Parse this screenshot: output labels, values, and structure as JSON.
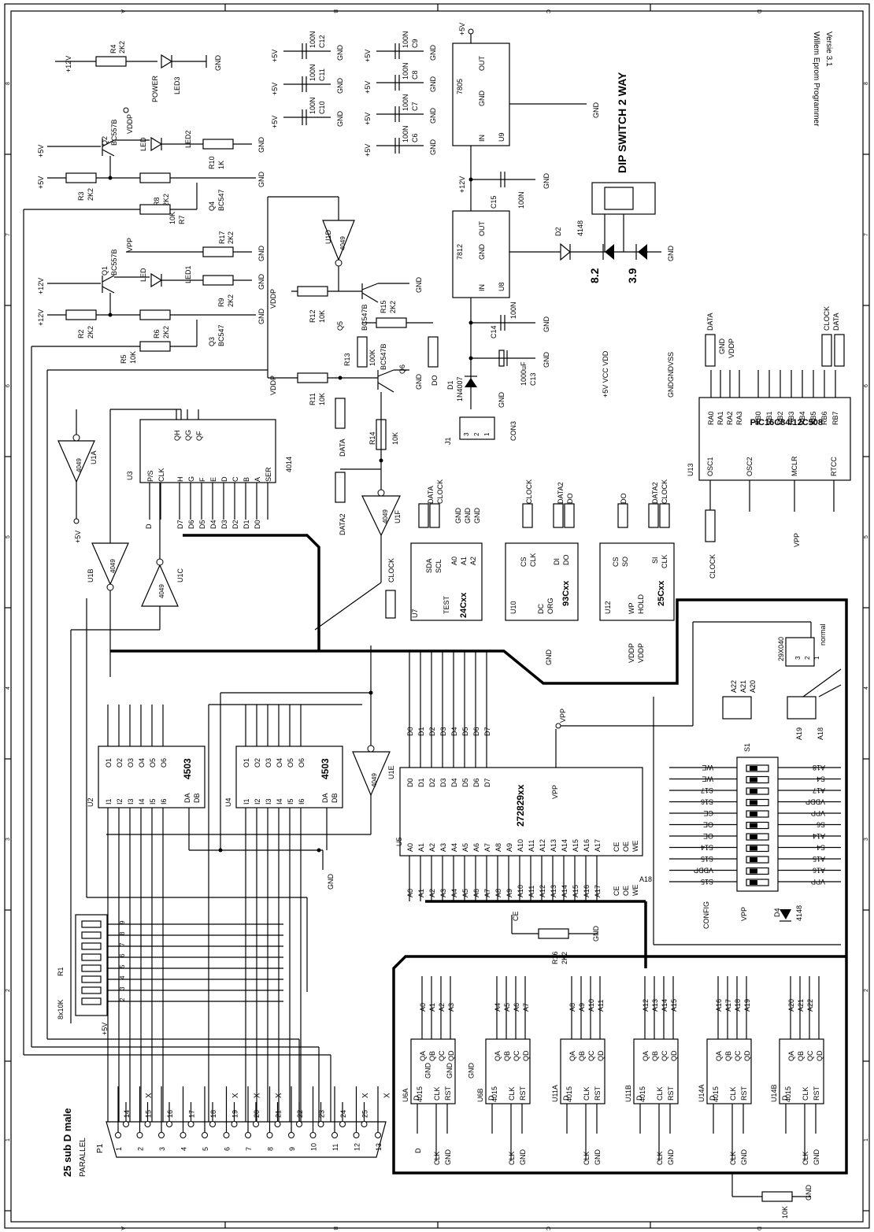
{
  "title_block": {
    "line1": "Willem Eprom Programmer",
    "line2": "Versie 3.1"
  },
  "frame": {
    "col_letters": [
      "A",
      "B",
      "C",
      "D"
    ],
    "row_numbers": [
      "8",
      "7",
      "6",
      "5",
      "4",
      "3",
      "2",
      "1"
    ]
  },
  "connector": {
    "ref": "P1",
    "title": "25 sub D male",
    "subtitle": "PARALLEL",
    "top_pins": [
      "14",
      "15",
      "16",
      "17",
      "18",
      "19",
      "20",
      "21",
      "22",
      "23",
      "24",
      "25"
    ],
    "bottom_pins": [
      "1",
      "2",
      "3",
      "4",
      "5",
      "6",
      "7",
      "8",
      "9",
      "10",
      "11",
      "12",
      "13"
    ],
    "gnd_label": "GND",
    "nc": "X"
  },
  "power": {
    "r4": "R4",
    "r4v": "2K2",
    "led3": "LED3",
    "power": "POWER",
    "q2": "Q2",
    "q2t": "BC557B",
    "led2": "LED2",
    "r10": "R10",
    "r10v": "1K",
    "r3": "R3",
    "r3v": "2K2",
    "r8": "R8",
    "r8v": "2K2",
    "q4": "Q4",
    "q4t": "BC547",
    "r7": "R7",
    "r7v": "10K",
    "r17": "R17",
    "r17v": "2K2",
    "q1": "Q1",
    "q1t": "BC557B",
    "led1": "LED1",
    "led": "LED",
    "r9": "R9",
    "r9v": "2K2",
    "r2": "R2",
    "r2v": "2K2",
    "r6": "R6",
    "r6v": "2K2",
    "q3": "Q3",
    "q3t": "BC547",
    "r5": "R5",
    "r5v": "10K",
    "p12": "+12V",
    "p5": "+5V",
    "gnd": "GND",
    "vddp": "VDDP",
    "vpp": "VPP"
  },
  "caps": {
    "c12": "C12",
    "c11": "C11",
    "c10": "C10",
    "c6": "C6",
    "c9": "C9",
    "c8": "C8",
    "c7": "C7",
    "cv": "100N",
    "u9": "U9",
    "u9t": "7805",
    "u8": "U8",
    "u8t": "7812",
    "c15": "C15",
    "c14": "C14",
    "c13": "C13",
    "c13v": "1000uF",
    "out": "OUT",
    "in": "IN",
    "gnd": "GND",
    "d2": "D2",
    "d2t": "4148",
    "d1": "D1",
    "d1t": "1N4007",
    "dip": "DIP SWITCH 2 WAY",
    "z1": "8.2",
    "z2": "3.9",
    "j1": "J1",
    "con3": "CON3"
  },
  "mid": {
    "u1d": "U1D",
    "u1a": "U1A",
    "u1b": "U1B",
    "u1c": "U1C",
    "u1e": "U1E",
    "u1f": "U1F",
    "g4049": "4049",
    "r12": "R12",
    "r12v": "10K",
    "q5": "Q5",
    "q5t": "BC547B",
    "r15": "R15",
    "r15v": "2K2",
    "r13": "R13",
    "r13v": "100K",
    "q6": "Q6",
    "q6t": "BC547B",
    "r11": "R11",
    "r11v": "10K",
    "r14": "R14",
    "r14v": "10K",
    "data": "DATA",
    "data2": "DATA2",
    "do": "DO",
    "clock": "CLOCK"
  },
  "u3": {
    "ref": "U3",
    "type": "4014",
    "pins_top": [
      "QH",
      "QG",
      "QF"
    ],
    "pins_bot": [
      "P/S",
      "CLK",
      "H",
      "G",
      "F",
      "E",
      "D",
      "C",
      "B",
      "A",
      "SER"
    ],
    "lines": [
      "D",
      "D7",
      "D6",
      "D5",
      "D4",
      "D3",
      "D2",
      "D1",
      "D0"
    ]
  },
  "eeproms": {
    "u7": "U7",
    "u7t": "24Cxx",
    "u10": "U10",
    "u10t": "93Cxx",
    "u12": "U12",
    "u12t": "25Cxx",
    "sda": "SDA",
    "scl": "SCL",
    "a0": "A0",
    "a1": "A1",
    "a2": "A2",
    "test": "TEST",
    "cs": "CS",
    "clk": "CLK",
    "di": "DI",
    "do": "DO",
    "dc": "DC",
    "org": "ORG",
    "so": "SO",
    "si": "SI",
    "wp": "WP",
    "hold": "HOLD"
  },
  "pic": {
    "ref": "U13",
    "type": "PIC16C84/12C508",
    "pins": [
      "RA0",
      "RA1",
      "RA2",
      "RA3",
      "RB0",
      "RB1",
      "RB2",
      "RB3",
      "RB4",
      "RB5",
      "RB6",
      "RB7"
    ],
    "bot": [
      "OSC1",
      "OSC2",
      "MCLR",
      "RTCC"
    ],
    "vcc": "+5V VCC VDD",
    "gnd": "GNDGNDVSS"
  },
  "u5": {
    "ref": "U5",
    "type": "272829xx",
    "data": [
      "D0",
      "D1",
      "D2",
      "D3",
      "D4",
      "D5",
      "D6",
      "D7"
    ],
    "addr": [
      "A0",
      "A1",
      "A2",
      "A3",
      "A4",
      "A5",
      "A6",
      "A7",
      "A8",
      "A9",
      "A10",
      "A11",
      "A12",
      "A13",
      "A14",
      "A15",
      "A16",
      "A17"
    ],
    "ce": "CE",
    "oe": "OE",
    "we": "WE",
    "vpp": "VPP",
    "a18": "A18"
  },
  "buffers": {
    "u2": "U2",
    "u4": "U4",
    "type": "4503",
    "outs": [
      "O1",
      "O2",
      "O3",
      "O4",
      "O5",
      "O6"
    ],
    "ins": [
      "I1",
      "I2",
      "I3",
      "I4",
      "I5",
      "I6"
    ],
    "da": "DA",
    "db": "DB"
  },
  "config": {
    "s1": "S1",
    "cfg": "CONFIG",
    "d4": "D4",
    "d4t": "4148",
    "left": [
      "WE",
      "WE",
      "S17",
      "S16",
      "CE",
      "OE",
      "OE",
      "S14",
      "S15",
      "VDDP",
      "S15"
    ],
    "right": [
      "A18",
      "S4",
      "A17",
      "VDDP",
      "VPP",
      "S6",
      "A14",
      "S4",
      "A15",
      "A16",
      "VPP"
    ],
    "normal": "normal",
    "x29": "29X040",
    "a22": "A22",
    "a21": "A21",
    "a20": "A20",
    "a19": "A19",
    "a18": "A18"
  },
  "counters": {
    "names": [
      "U6A",
      "U6B",
      "U11A",
      "U11B",
      "U14A",
      "U14B"
    ],
    "type": "4015",
    "q": [
      "QA",
      "QB",
      "QC",
      "QD"
    ],
    "d": "D",
    "clk": "CLK",
    "rst": "RST",
    "outs": [
      [
        "A0",
        "A1",
        "A2",
        "A3"
      ],
      [
        "A4",
        "A5",
        "A6",
        "A7"
      ],
      [
        "A8",
        "A9",
        "A10",
        "A11"
      ],
      [
        "A12",
        "A13",
        "A14",
        "A15"
      ],
      [
        "A16",
        "A17",
        "A18",
        "A19"
      ],
      [
        "A20",
        "A21",
        "A22",
        ""
      ]
    ],
    "r16": "R16",
    "r16v": "2K2",
    "r10k": "10K",
    "r1": "R1",
    "r1v": "8x10K"
  }
}
